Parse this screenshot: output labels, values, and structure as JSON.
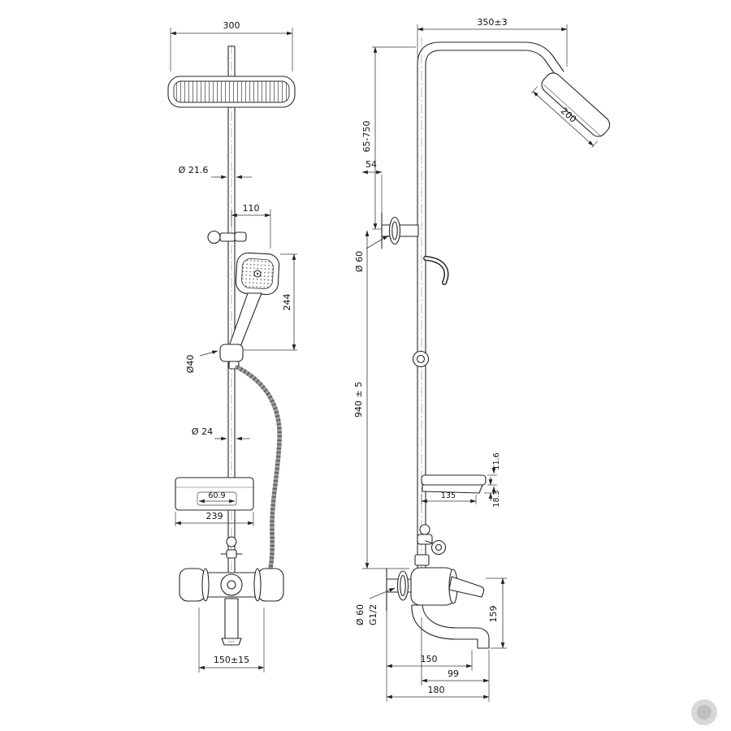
{
  "drawing": {
    "front_view": {
      "head_width": "300",
      "riser_diameter": "Ø 21.6",
      "handshower_offset": "110",
      "handshower_length": "244",
      "slider_diameter": "Ø40",
      "lower_riser_diameter": "Ø 24",
      "shelf_pocket_width": "60.9",
      "shelf_width": "239",
      "inlet_spacing": "150±15"
    },
    "side_view": {
      "arm_reach": "350±3",
      "head_length": "200",
      "height_adjust_range": "65-750",
      "wall_offset": "54",
      "wall_flange_diameter": "Ø 60",
      "column_height": "940 ± 5",
      "shelf_thickness": "11.6",
      "shelf_depth": "135",
      "shelf_lip_drop": "18.3",
      "mixer_flange_diameter": "Ø 60",
      "connection_thread": "G1/2",
      "spout_assembly_height": "159",
      "spout_reach": "150",
      "spout_tip_offset": "99",
      "overall_depth": "180"
    }
  }
}
